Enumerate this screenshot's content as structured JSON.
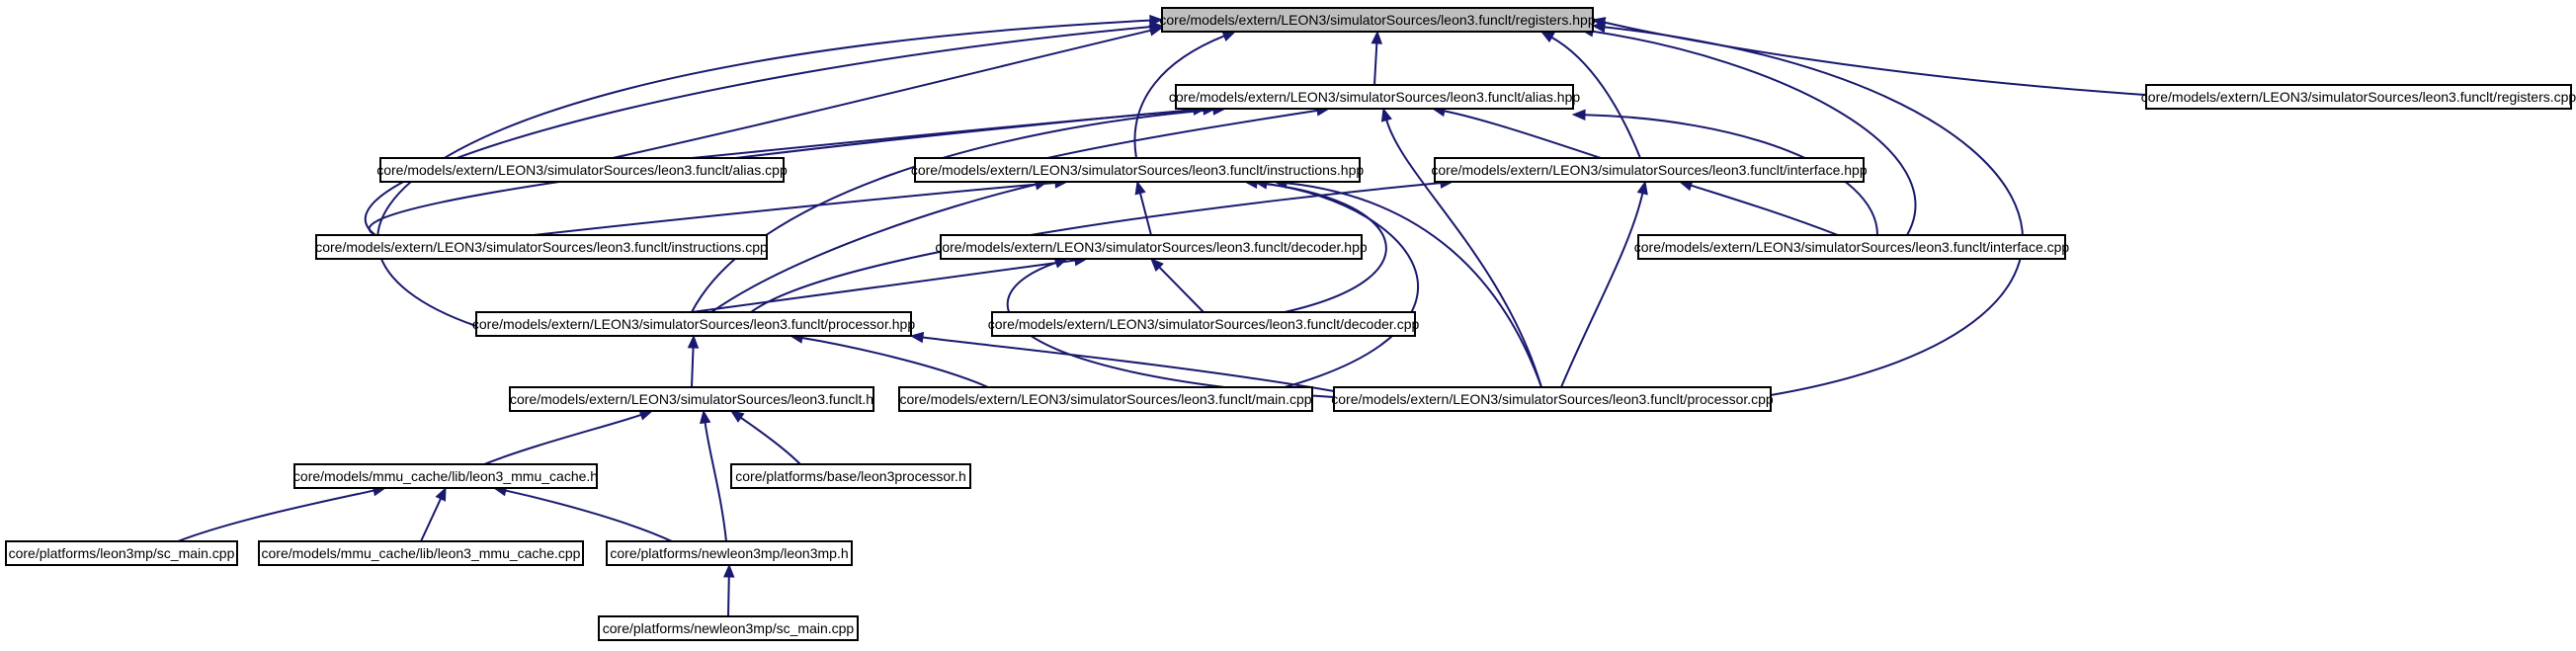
{
  "colors": {
    "edge": "#191970",
    "root_fill": "#bfbfbf",
    "node_fill": "#ffffff",
    "node_border": "#000000"
  },
  "nodes": [
    {
      "id": "registers_hpp",
      "label": "core/models/extern/LEON3/simulatorSources/leon3.funclt/registers.hpp",
      "root": true
    },
    {
      "id": "alias_hpp",
      "label": "core/models/extern/LEON3/simulatorSources/leon3.funclt/alias.hpp"
    },
    {
      "id": "registers_cpp",
      "label": "core/models/extern/LEON3/simulatorSources/leon3.funclt/registers.cpp"
    },
    {
      "id": "alias_cpp",
      "label": "core/models/extern/LEON3/simulatorSources/leon3.funclt/alias.cpp"
    },
    {
      "id": "instructions_hpp",
      "label": "core/models/extern/LEON3/simulatorSources/leon3.funclt/instructions.hpp"
    },
    {
      "id": "interface_hpp",
      "label": "core/models/extern/LEON3/simulatorSources/leon3.funclt/interface.hpp"
    },
    {
      "id": "instructions_cpp",
      "label": "core/models/extern/LEON3/simulatorSources/leon3.funclt/instructions.cpp"
    },
    {
      "id": "decoder_hpp",
      "label": "core/models/extern/LEON3/simulatorSources/leon3.funclt/decoder.hpp"
    },
    {
      "id": "interface_cpp",
      "label": "core/models/extern/LEON3/simulatorSources/leon3.funclt/interface.cpp"
    },
    {
      "id": "processor_hpp",
      "label": "core/models/extern/LEON3/simulatorSources/leon3.funclt/processor.hpp"
    },
    {
      "id": "decoder_cpp",
      "label": "core/models/extern/LEON3/simulatorSources/leon3.funclt/decoder.cpp"
    },
    {
      "id": "funclt_h",
      "label": "core/models/extern/LEON3/simulatorSources/leon3.funclt.h"
    },
    {
      "id": "main_cpp",
      "label": "core/models/extern/LEON3/simulatorSources/leon3.funclt/main.cpp"
    },
    {
      "id": "processor_cpp",
      "label": "core/models/extern/LEON3/simulatorSources/leon3.funclt/processor.cpp"
    },
    {
      "id": "leon3_mmu_cache_h",
      "label": "core/models/mmu_cache/lib/leon3_mmu_cache.h"
    },
    {
      "id": "leon3processor_h",
      "label": "core/platforms/base/leon3processor.h"
    },
    {
      "id": "leon3mp_sc_main_cpp",
      "label": "core/platforms/leon3mp/sc_main.cpp"
    },
    {
      "id": "leon3_mmu_cache_cpp",
      "label": "core/models/mmu_cache/lib/leon3_mmu_cache.cpp"
    },
    {
      "id": "leon3mp_h",
      "label": "core/platforms/newleon3mp/leon3mp.h"
    },
    {
      "id": "newleon3mp_sc_main_cpp",
      "label": "core/platforms/newleon3mp/sc_main.cpp"
    }
  ]
}
